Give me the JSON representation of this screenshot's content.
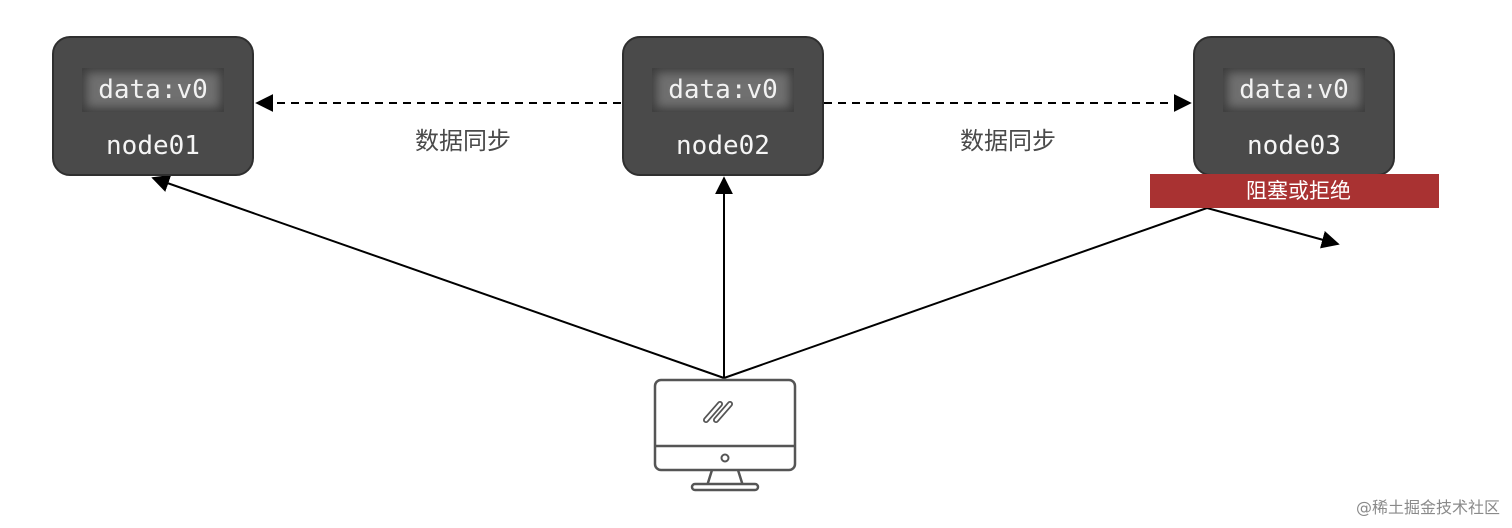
{
  "nodes": [
    {
      "data_label": "data:v0",
      "name": "node01"
    },
    {
      "data_label": "data:v0",
      "name": "node02"
    },
    {
      "data_label": "data:v0",
      "name": "node03"
    }
  ],
  "sync_labels": [
    "数据同步",
    "数据同步"
  ],
  "reject_label": "阻塞或拒绝",
  "watermark": "@稀土掘金技术社区",
  "icons": {
    "client": "monitor-icon"
  },
  "colors": {
    "node_fill": "#4a4a4a",
    "data_box_fill": "#707070",
    "reject_banner": "#a93232",
    "arrow": "#000000"
  }
}
